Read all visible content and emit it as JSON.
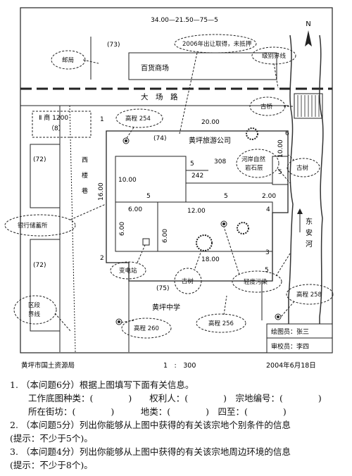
{
  "map": {
    "coord_label": "34.00—21.50—75—5",
    "north_label": "N",
    "road_name": "大　场　路",
    "parcel_numbers": {
      "p73": "(73)",
      "p74": "(74)",
      "p72a": "(72)",
      "p72b": "(72)",
      "p75": "(75)",
      "p8": "（8）"
    },
    "commercial_label": "Ⅱ 商 1200",
    "river_name": "东\n安\n河",
    "buildings": {
      "dept_store": "百货商场",
      "company": "黄坪旅游公司",
      "school": "黄坪中学"
    },
    "alley": "西\n楼\n巷",
    "corner_numbers": [
      "1",
      "2",
      "3",
      "4",
      "5",
      "6"
    ],
    "dimensions": [
      "20.00",
      "10.00",
      "16.00",
      "10.00",
      "6.00",
      "12.00",
      "6.00",
      "6.00",
      "5",
      "242",
      "308",
      "5",
      "5",
      "2.00",
      "18.00",
      "5"
    ],
    "callouts": {
      "post_office": "邮局",
      "transfer": "2006年出让取得，未抵押",
      "grade_boundary": "级别界线",
      "bridge": "古桥",
      "elev_254": "高程 254",
      "outcrop": "河岸自然\n岩石层",
      "old_tree_right": "古树",
      "bank_storage": "银行储蓄所",
      "substation": "变电站",
      "old_tree": "古树",
      "light_pollution": "轻度污染",
      "elev_258": "高程 258",
      "district_boundary": "区段\n界线",
      "elev_260": "高程 260",
      "elev_256": "高程 256"
    },
    "drawer": "绘图员：张三",
    "checker": "审校员：李四",
    "footer_org": "黄坪市国土资源局",
    "footer_scale": "1　:　300",
    "footer_date": "2004年6月18日"
  },
  "questions": [
    {
      "num": "1.",
      "text": "（本问题6分）根据上图填写下面有关信息。"
    },
    {
      "line": "工作底图种类：(　　　　)　　权利人：(　　　　)　宗地编号：(　　　　)"
    },
    {
      "line": "所在街坊：(　　　　)　　　地类：(　　　　)　四至：(　　　　)"
    },
    {
      "num": "2.",
      "text": "（本问题5分）列出你能够从上图中获得的有关该宗地个别条件的信息"
    },
    {
      "line2": "(提示：不少于5个)。"
    },
    {
      "num": "3.",
      "text": "（本问题4分）列出你能够从上图中获得的有关该宗地周边环境的信息"
    },
    {
      "line2": "(提示：不少于8个)。"
    }
  ]
}
